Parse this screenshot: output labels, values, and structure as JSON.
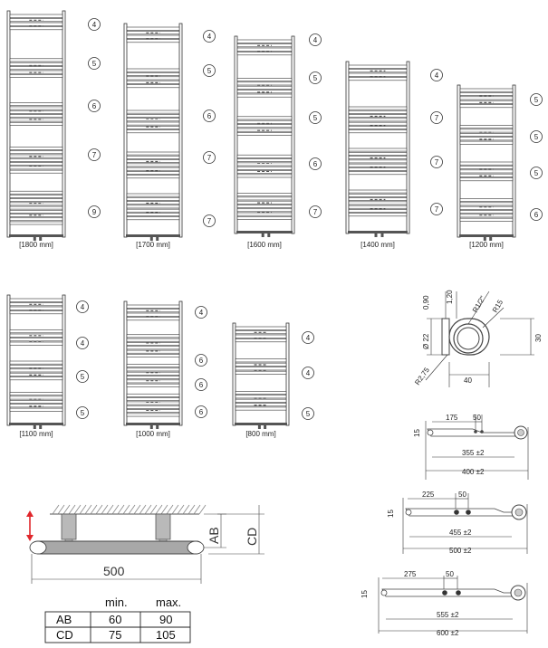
{
  "radiators": [
    {
      "size_label": "[1800 mm]",
      "sections": [
        "4",
        "5",
        "6",
        "7",
        "9"
      ]
    },
    {
      "size_label": "[1700 mm]",
      "sections": [
        "4",
        "5",
        "6",
        "7",
        "7"
      ]
    },
    {
      "size_label": "[1600 mm]",
      "sections": [
        "4",
        "5",
        "5",
        "6",
        "7"
      ]
    },
    {
      "size_label": "[1400 mm]",
      "sections": [
        "4",
        "7",
        "7",
        "7"
      ]
    },
    {
      "size_label": "[1200 mm]",
      "sections": [
        "5",
        "5",
        "5",
        "6"
      ]
    },
    {
      "size_label": "[1100 mm]",
      "sections": [
        "4",
        "4",
        "5",
        "5"
      ]
    },
    {
      "size_label": "[1000 mm]",
      "sections": [
        "4",
        "6",
        "6",
        "6"
      ]
    },
    {
      "size_label": "[800 mm]",
      "sections": [
        "4",
        "4",
        "5"
      ]
    }
  ],
  "connector_detail": {
    "d0_90": "0,90",
    "d1_20": "1,20",
    "thread": "R1/2\"",
    "r15": "R15",
    "dia22": "Ø 22",
    "r275": "R2,75",
    "width": "40",
    "height": "30"
  },
  "brackets": [
    {
      "offset": "175",
      "pipe": "50",
      "height": "15",
      "inner": "355 ±2",
      "outer": "400 ±2"
    },
    {
      "offset": "225",
      "pipe": "50",
      "height": "15",
      "inner": "455 ±2",
      "outer": "500 ±2"
    },
    {
      "offset": "275",
      "pipe": "50",
      "height": "15",
      "inner": "555 ±2",
      "outer": "600 ±2"
    }
  ],
  "mount": {
    "ab_label": "AB",
    "cd_label": "CD",
    "width": "500"
  },
  "table": {
    "headers": [
      "min.",
      "max."
    ],
    "rows": [
      {
        "label": "AB",
        "min": "60",
        "max": "90"
      },
      {
        "label": "CD",
        "min": "75",
        "max": "105"
      }
    ]
  }
}
